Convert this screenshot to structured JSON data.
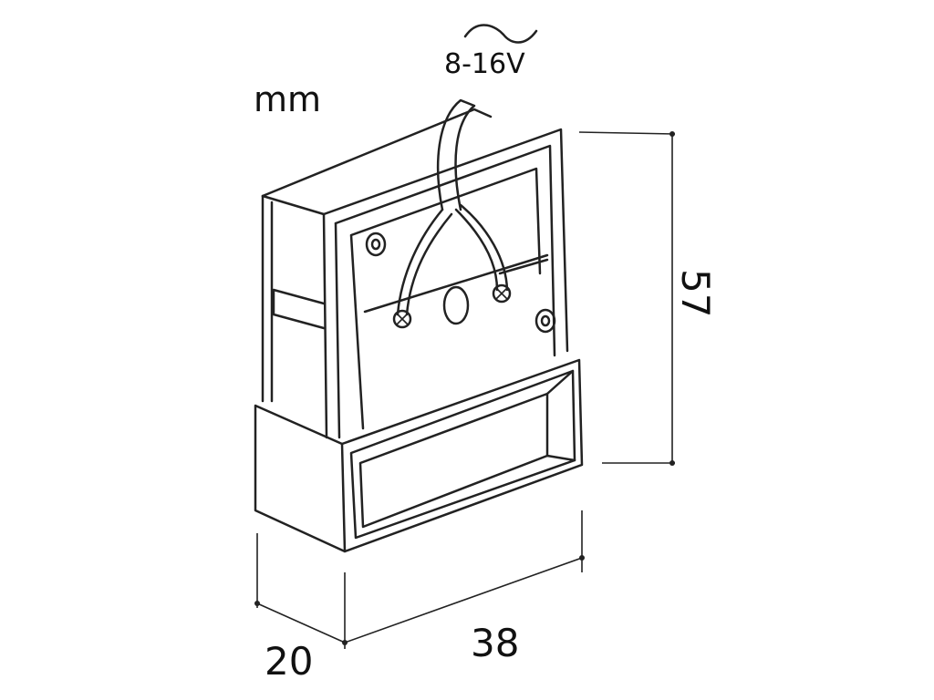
{
  "units": "mm",
  "voltage": "8-16V",
  "ac_symbol": "~",
  "dimensions": {
    "height": "57",
    "width": "38",
    "depth": "20"
  }
}
